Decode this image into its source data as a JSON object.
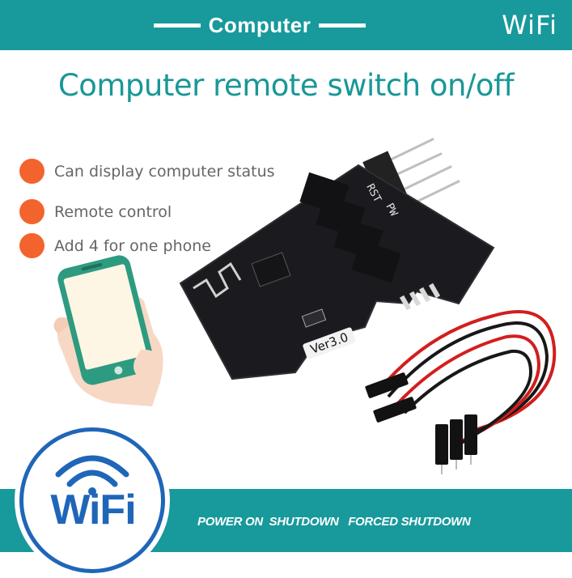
{
  "header": {
    "label": "Computer",
    "brand": "WiFi"
  },
  "headline": "Computer remote switch on/off",
  "features": [
    {
      "text": "Can display computer status"
    },
    {
      "text": "Remote control"
    },
    {
      "text": "Add 4 for one phone"
    }
  ],
  "board": {
    "version": "Ver3.0",
    "rst_label": "RST",
    "pw_label": "PW"
  },
  "badge": {
    "word": "WiFi"
  },
  "footer": {
    "text": "POWER ON  SHUTDOWN   FORCED SHUTDOWN"
  },
  "colors": {
    "teal": "#18999b",
    "headline": "#1a9797",
    "bullet": "#f3632d",
    "badge_blue": "#1f66b8",
    "board": "#1b1b1f"
  }
}
